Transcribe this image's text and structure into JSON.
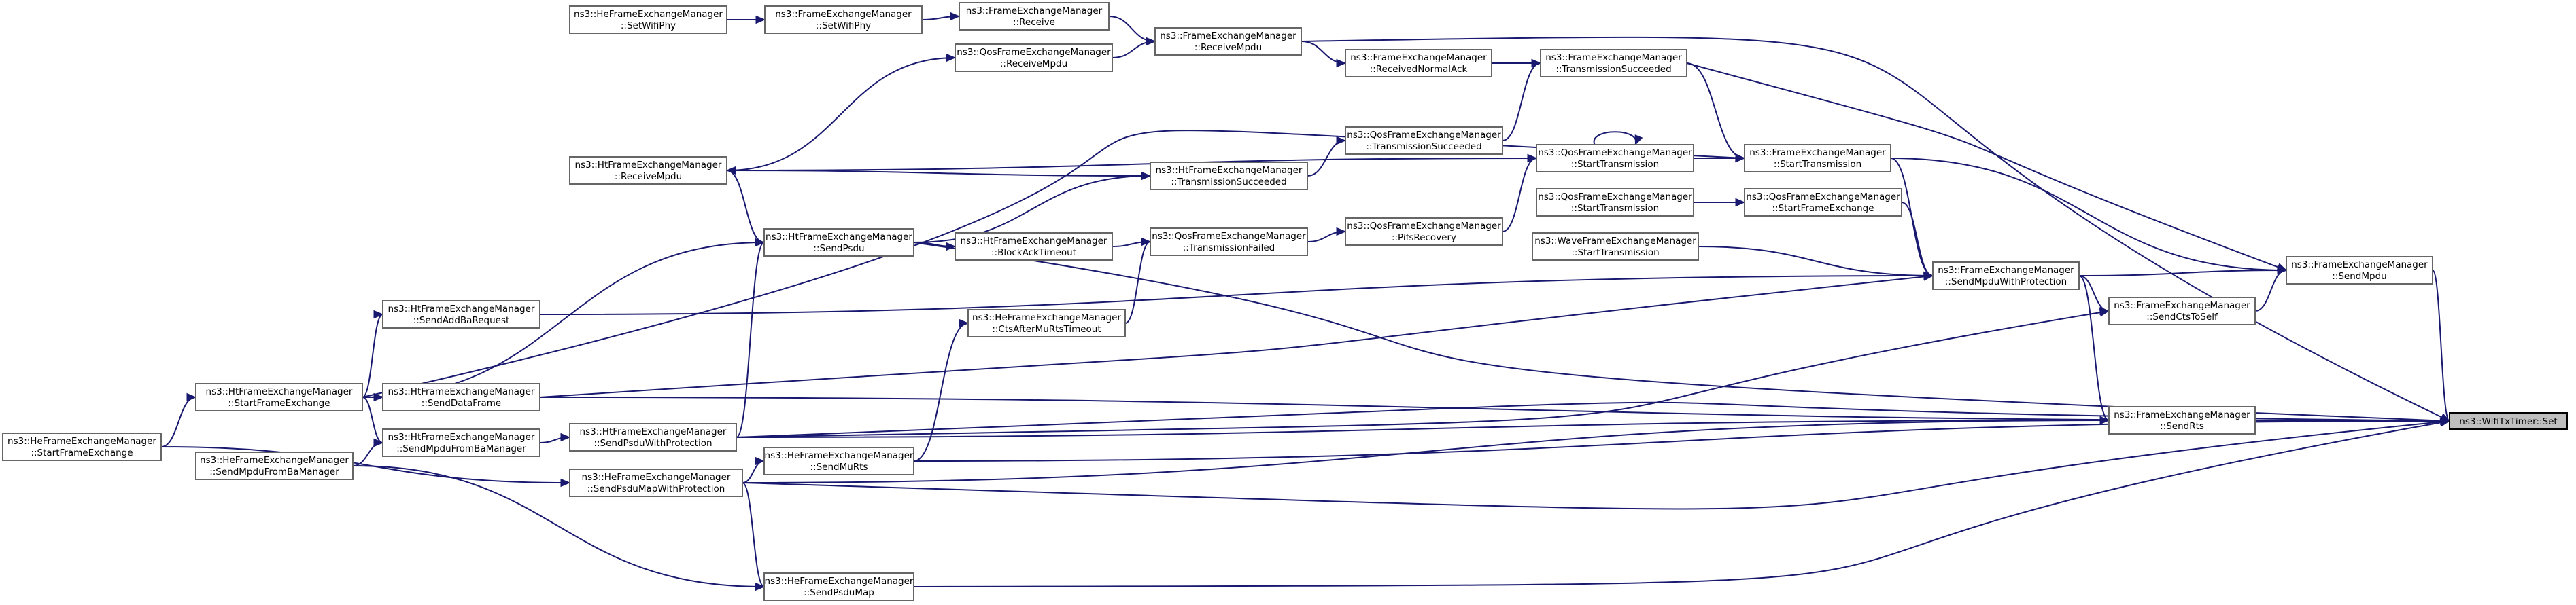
{
  "graph": {
    "nodes": {
      "root": [
        "ns3::WifiTxTimer::Set"
      ],
      "he_setwifiphy": [
        "ns3::HeFrameExchangeManager",
        "::SetWifiPhy"
      ],
      "fem_setwifiphy": [
        "ns3::FrameExchangeManager",
        "::SetWifiPhy"
      ],
      "fem_receive": [
        "ns3::FrameExchangeManager",
        "::Receive"
      ],
      "fem_receivempdu": [
        "ns3::FrameExchangeManager",
        "::ReceiveMpdu"
      ],
      "qos_receivempdu": [
        "ns3::QosFrameExchangeManager",
        "::ReceiveMpdu"
      ],
      "fem_receivednormalack": [
        "ns3::FrameExchangeManager",
        "::ReceivedNormalAck"
      ],
      "fem_transmissionsucceeded": [
        "ns3::FrameExchangeManager",
        "::TransmissionSucceeded"
      ],
      "ht_receivempdu": [
        "ns3::HtFrameExchangeManager",
        "::ReceiveMpdu"
      ],
      "qos_transmissionsucceeded": [
        "ns3::QosFrameExchangeManager",
        "::TransmissionSucceeded"
      ],
      "ht_transmissionsucceeded": [
        "ns3::HtFrameExchangeManager",
        "::TransmissionSucceeded"
      ],
      "qos_starttransmission": [
        "ns3::QosFrameExchangeManager",
        "::StartTransmission"
      ],
      "fem_starttransmission": [
        "ns3::FrameExchangeManager",
        "::StartTransmission"
      ],
      "qos2_starttransmission": [
        "ns3::QosFrameExchangeManager",
        "::StartTransmission"
      ],
      "qos_startframeexchange": [
        "ns3::QosFrameExchangeManager",
        "::StartFrameExchange"
      ],
      "qos_pifsrecovery": [
        "ns3::QosFrameExchangeManager",
        "::PifsRecovery"
      ],
      "wave_starttransmission": [
        "ns3::WaveFrameExchangeManager",
        "::StartTransmission"
      ],
      "ht_sendpsdu": [
        "ns3::HtFrameExchangeManager",
        "::SendPsdu"
      ],
      "ht_blockacktimeout": [
        "ns3::HtFrameExchangeManager",
        "::BlockAckTimeout"
      ],
      "qos_transmissionfailed": [
        "ns3::QosFrameExchangeManager",
        "::TransmissionFailed"
      ],
      "he_ctsaftermurtstimeout": [
        "ns3::HeFrameExchangeManager",
        "::CtsAfterMuRtsTimeout"
      ],
      "fem_sendmpduwithprotection": [
        "ns3::FrameExchangeManager",
        "::SendMpduWithProtection"
      ],
      "fem_sendmpdu": [
        "ns3::FrameExchangeManager",
        "::SendMpdu"
      ],
      "fem_sendctstoself": [
        "ns3::FrameExchangeManager",
        "::SendCtsToSelf"
      ],
      "ht_sendaddbarequest": [
        "ns3::HtFrameExchangeManager",
        "::SendAddBaRequest"
      ],
      "ht_startframeexchange": [
        "ns3::HtFrameExchangeManager",
        "::StartFrameExchange"
      ],
      "ht_senddataframe": [
        "ns3::HtFrameExchangeManager",
        "::SendDataFrame"
      ],
      "ht_sendmpdufrombamanager": [
        "ns3::HtFrameExchangeManager",
        "::SendMpduFromBaManager"
      ],
      "ht_sendpsduwithprotection": [
        "ns3::HtFrameExchangeManager",
        "::SendPsduWithProtection"
      ],
      "he_startframeexchange": [
        "ns3::HeFrameExchangeManager",
        "::StartFrameExchange"
      ],
      "he_sendmpdufrombamanager": [
        "ns3::HeFrameExchangeManager",
        "::SendMpduFromBaManager"
      ],
      "he_sendpsdumapwithprotection": [
        "ns3::HeFrameExchangeManager",
        "::SendPsduMapWithProtection"
      ],
      "he_sendmurts": [
        "ns3::HeFrameExchangeManager",
        "::SendMuRts"
      ],
      "he_sendpsdumap": [
        "ns3::HeFrameExchangeManager",
        "::SendPsduMap"
      ],
      "fem_sendrts": [
        "ns3::FrameExchangeManager",
        "::SendRts"
      ]
    },
    "edges": [
      [
        "root",
        "fem_receivempdu"
      ],
      [
        "root",
        "fem_sendmpdu"
      ],
      [
        "root",
        "fem_sendrts"
      ],
      [
        "root",
        "ht_senddataframe"
      ],
      [
        "root",
        "ht_sendpsdu"
      ],
      [
        "root",
        "ht_sendpsduwithprotection"
      ],
      [
        "root",
        "he_sendpsdumapwithprotection"
      ],
      [
        "root",
        "he_sendmurts"
      ],
      [
        "root",
        "he_sendpsdumap"
      ],
      [
        "fem_sendmpdu",
        "fem_sendmpduwithprotection"
      ],
      [
        "fem_sendmpdu",
        "fem_sendctstoself"
      ],
      [
        "fem_sendmpdu",
        "fem_starttransmission"
      ],
      [
        "fem_sendmpdu",
        "fem_transmissionsucceeded"
      ],
      [
        "fem_sendctstoself",
        "fem_sendmpduwithprotection"
      ],
      [
        "fem_sendctstoself",
        "ht_sendpsduwithprotection"
      ],
      [
        "fem_sendrts",
        "fem_sendmpduwithprotection"
      ],
      [
        "fem_sendrts",
        "ht_sendpsduwithprotection"
      ],
      [
        "fem_sendrts",
        "he_sendpsdumapwithprotection"
      ],
      [
        "fem_sendmpduwithprotection",
        "fem_starttransmission"
      ],
      [
        "fem_sendmpduwithprotection",
        "qos_startframeexchange"
      ],
      [
        "fem_sendmpduwithprotection",
        "wave_starttransmission"
      ],
      [
        "fem_sendmpduwithprotection",
        "ht_sendaddbarequest"
      ],
      [
        "fem_sendmpduwithprotection",
        "ht_senddataframe"
      ],
      [
        "fem_receivempdu",
        "fem_receive"
      ],
      [
        "fem_receivempdu",
        "qos_receivempdu"
      ],
      [
        "fem_receive",
        "fem_setwifiphy"
      ],
      [
        "fem_setwifiphy",
        "he_setwifiphy"
      ],
      [
        "qos_receivempdu",
        "ht_receivempdu"
      ],
      [
        "fem_receivednormalack",
        "fem_receivempdu"
      ],
      [
        "fem_transmissionsucceeded",
        "fem_receivednormalack"
      ],
      [
        "fem_transmissionsucceeded",
        "qos_transmissionsucceeded"
      ],
      [
        "qos_transmissionsucceeded",
        "ht_transmissionsucceeded"
      ],
      [
        "ht_transmissionsucceeded",
        "ht_receivempdu"
      ],
      [
        "ht_transmissionsucceeded",
        "ht_sendpsdu"
      ],
      [
        "fem_starttransmission",
        "qos_starttransmission"
      ],
      [
        "fem_starttransmission",
        "fem_transmissionsucceeded"
      ],
      [
        "fem_starttransmission",
        "ht_startframeexchange"
      ],
      [
        "qos_starttransmission",
        "qos_starttransmission"
      ],
      [
        "qos_starttransmission",
        "qos_pifsrecovery"
      ],
      [
        "qos_starttransmission",
        "ht_receivempdu"
      ],
      [
        "qos_startframeexchange",
        "qos2_starttransmission"
      ],
      [
        "qos_pifsrecovery",
        "qos_transmissionfailed"
      ],
      [
        "qos_transmissionfailed",
        "ht_blockacktimeout"
      ],
      [
        "qos_transmissionfailed",
        "he_ctsaftermurtstimeout"
      ],
      [
        "ht_blockacktimeout",
        "ht_sendpsdu"
      ],
      [
        "ht_receivempdu",
        "ht_sendpsdu"
      ],
      [
        "ht_sendpsdu",
        "ht_sendpsduwithprotection"
      ],
      [
        "ht_sendpsdu",
        "ht_startframeexchange"
      ],
      [
        "he_ctsaftermurtstimeout",
        "he_sendmurts"
      ],
      [
        "ht_sendaddbarequest",
        "ht_startframeexchange"
      ],
      [
        "ht_senddataframe",
        "ht_startframeexchange"
      ],
      [
        "ht_sendpsduwithprotection",
        "ht_sendmpdufrombamanager"
      ],
      [
        "ht_sendmpdufrombamanager",
        "ht_startframeexchange"
      ],
      [
        "ht_sendmpdufrombamanager",
        "he_sendmpdufrombamanager"
      ],
      [
        "ht_startframeexchange",
        "he_startframeexchange"
      ],
      [
        "he_sendmurts",
        "he_sendpsdumapwithprotection"
      ],
      [
        "he_sendpsdumap",
        "he_sendpsdumapwithprotection"
      ],
      [
        "he_sendpsdumapwithprotection",
        "he_startframeexchange"
      ],
      [
        "he_sendpsdumap",
        "he_sendmpdufrombamanager"
      ]
    ]
  }
}
